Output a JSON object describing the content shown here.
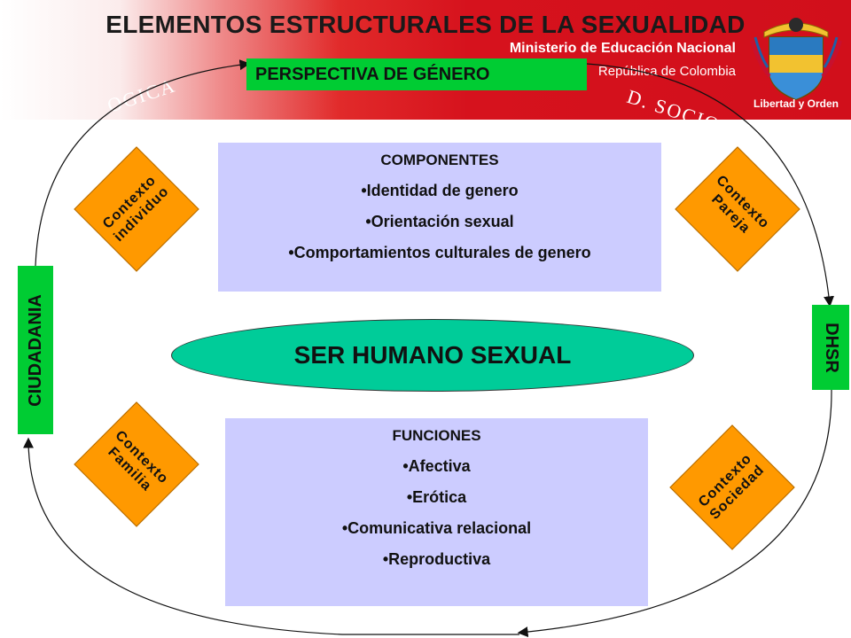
{
  "header": {
    "title": "ELEMENTOS ESTRUCTURALES DE LA SEXUALIDAD",
    "ministry": "Ministerio de Educación Nacional",
    "republic": "República de Colombia",
    "motto": "Libertad y Orden",
    "arc_left": "OGICA",
    "arc_right": "D. SOCIO",
    "band_color": "#d10f1b"
  },
  "perspective_label": "PERSPECTIVA DE GÉNERO",
  "left_label": "CIUDADANIA",
  "right_label": "DHSR",
  "components": {
    "heading": "COMPONENTES",
    "items": [
      "•Identidad de genero",
      "•Orientación sexual",
      "•Comportamientos culturales de genero"
    ]
  },
  "center_label": "SER HUMANO SEXUAL",
  "functions": {
    "heading": "FUNCIONES",
    "items": [
      "•Afectiva",
      "•Erótica",
      "•Comunicativa relacional",
      "•Reproductiva"
    ]
  },
  "contexts": {
    "individuo": [
      "Contexto",
      "individuo"
    ],
    "pareja": [
      "Contexto",
      "Pareja"
    ],
    "familia": [
      "Contexto",
      "Familia"
    ],
    "sociedad": [
      "Contexto",
      "Sociedad"
    ]
  },
  "colors": {
    "green_tag": "#00cc33",
    "box_fill": "#ccccff",
    "ellipse_fill": "#00cc99",
    "context_fill": "#ff9900"
  }
}
